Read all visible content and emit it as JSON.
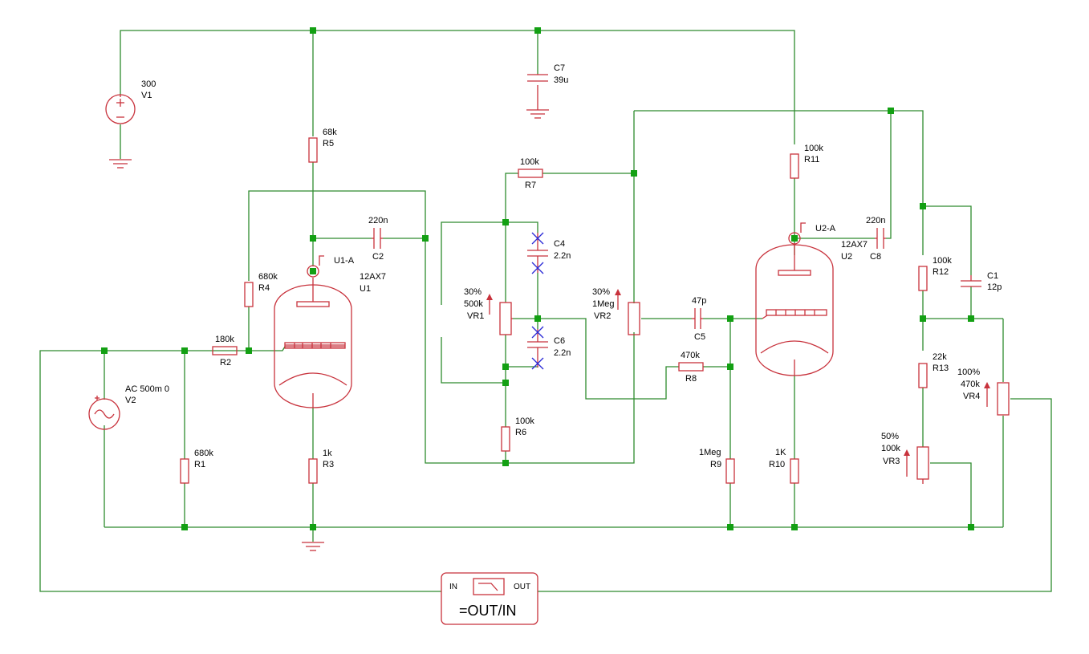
{
  "sources": {
    "v1": {
      "ref": "V1",
      "value": "300"
    },
    "v2": {
      "ref": "V2",
      "value": "AC 500m 0"
    }
  },
  "resistors": {
    "r1": {
      "ref": "R1",
      "value": "680k"
    },
    "r2": {
      "ref": "R2",
      "value": "180k"
    },
    "r3": {
      "ref": "R3",
      "value": "1k"
    },
    "r4": {
      "ref": "R4",
      "value": "680k"
    },
    "r5": {
      "ref": "R5",
      "value": "68k"
    },
    "r6": {
      "ref": "R6",
      "value": "100k"
    },
    "r7": {
      "ref": "R7",
      "value": "100k"
    },
    "r8": {
      "ref": "R8",
      "value": "470k"
    },
    "r9": {
      "ref": "R9",
      "value": "1Meg"
    },
    "r10": {
      "ref": "R10",
      "value": "1K"
    },
    "r11": {
      "ref": "R11",
      "value": "100k"
    },
    "r12": {
      "ref": "R12",
      "value": "100k"
    },
    "r13": {
      "ref": "R13",
      "value": "22k"
    }
  },
  "capacitors": {
    "c1": {
      "ref": "C1",
      "value": "12p"
    },
    "c2": {
      "ref": "C2",
      "value": "220n"
    },
    "c4": {
      "ref": "C4",
      "value": "2.2n"
    },
    "c5": {
      "ref": "C5",
      "value": "47p"
    },
    "c6": {
      "ref": "C6",
      "value": "2.2n"
    },
    "c7": {
      "ref": "C7",
      "value": "39u"
    },
    "c8": {
      "ref": "C8",
      "value": "220n"
    }
  },
  "pots": {
    "vr1": {
      "ref": "VR1",
      "value": "500k",
      "setting": "30%"
    },
    "vr2": {
      "ref": "VR2",
      "value": "1Meg",
      "setting": "30%"
    },
    "vr3": {
      "ref": "VR3",
      "value": "100k",
      "setting": "50%"
    },
    "vr4": {
      "ref": "VR4",
      "value": "470k",
      "setting": "100%"
    }
  },
  "tubes": {
    "u1": {
      "ref": "U1",
      "model": "12AX7",
      "probe": "U1-A"
    },
    "u2": {
      "ref": "U2",
      "model": "12AX7",
      "probe": "U2-A"
    }
  },
  "probe_block": {
    "in_label": "IN",
    "out_label": "OUT",
    "expression": "=OUT/IN"
  },
  "colors": {
    "wire": "#2e8b2e",
    "component": "#c8323c",
    "junction": "#13a013",
    "marked_capacitor": "#2b2bd6"
  }
}
